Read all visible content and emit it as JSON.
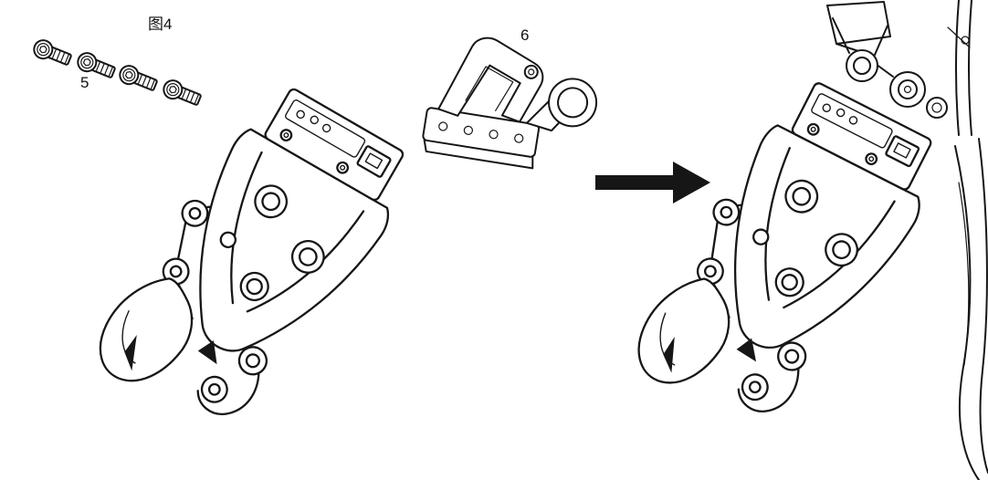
{
  "diagram": {
    "figure_label": "图4",
    "parts": {
      "screws": {
        "label": "5",
        "name": "socket-head-cap-screws",
        "count": 4
      },
      "bracket": {
        "label": "6",
        "name": "ring-clamp-bracket"
      }
    },
    "arrow": {
      "name": "assembly-step-arrow",
      "direction": "right"
    },
    "illustrations": [
      {
        "name": "screws-illustration",
        "description": "four socket head cap screws"
      },
      {
        "name": "gripper-before-illustration",
        "description": "robot gripper before assembly"
      },
      {
        "name": "bracket-part-illustration",
        "description": "bracket part 6 with ring clamp and base plate"
      },
      {
        "name": "assembly-step-arrow",
        "description": "solid black arrow pointing right"
      },
      {
        "name": "gripper-after-illustration",
        "description": "robot gripper mounted on robot arm"
      },
      {
        "name": "robot-arm-illustration",
        "description": "robot arm rollers and side band"
      }
    ]
  },
  "colors": {
    "line": "#161616",
    "background": "#ffffff",
    "shade": "#161616"
  }
}
